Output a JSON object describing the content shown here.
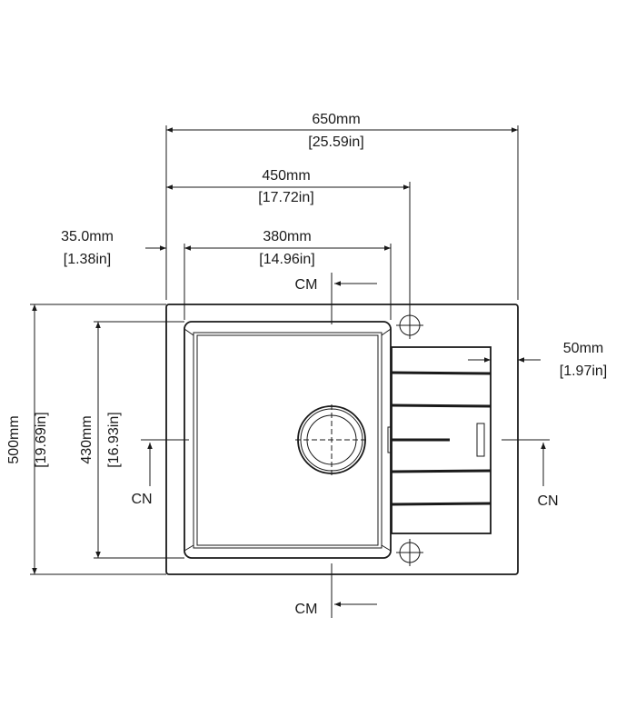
{
  "dimensions": {
    "overall_width": {
      "mm": "650mm",
      "in": "[25.59in]"
    },
    "bowl_to_hole": {
      "mm": "450mm",
      "in": "[17.72in]"
    },
    "bowl_width": {
      "mm": "380mm",
      "in": "[14.96in]"
    },
    "left_margin": {
      "mm": "35.0mm",
      "in": "[1.38in]"
    },
    "right_margin": {
      "mm": "50mm",
      "in": "[1.97in]"
    },
    "overall_depth": {
      "mm": "500mm",
      "in": "[19.69in]"
    },
    "bowl_depth": {
      "mm": "430mm",
      "in": "[16.93in]"
    }
  },
  "section_labels": {
    "cm_top": "CM",
    "cm_bottom": "CM",
    "cn_left": "CN",
    "cn_right": "CN"
  }
}
